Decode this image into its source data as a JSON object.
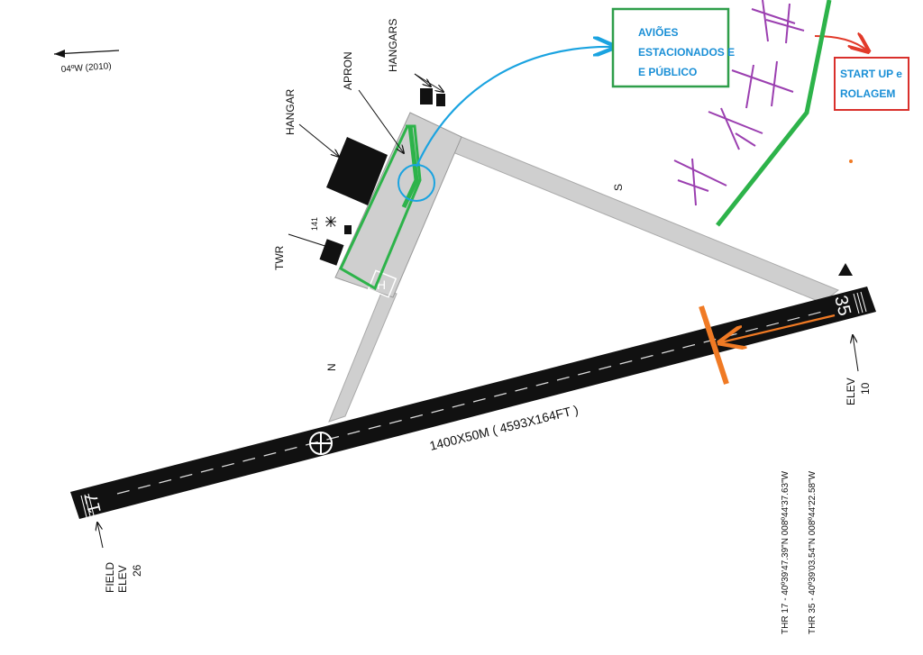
{
  "magnetic_variation": "04ºW (2010)",
  "labels": {
    "hangars": "HANGARS",
    "apron": "APRON",
    "hangar": "HANGAR",
    "twr": "TWR",
    "freq": "141",
    "taxiway_s": "S",
    "taxiway_n": "N",
    "runway_dims": "1400X50M ( 4593X164FT )",
    "rwy_17": "17",
    "rwy_35": "35",
    "field_elev_line1": "FIELD",
    "field_elev_line2": "ELEV",
    "field_elev_value": "26",
    "elev_label": "ELEV",
    "elev_value": "10"
  },
  "annotations": {
    "parked": {
      "line1": "AVIÕES",
      "line2": "ESTACIONADOS E",
      "line3": "E PÚBLICO",
      "color": "#2e9e4a"
    },
    "startup": {
      "line1": "START UP e",
      "line2": "ROLAGEM",
      "color": "#d9302c"
    },
    "text_color": "#1a8fd6",
    "taxi_route_color": "#2db34a",
    "parking_color": "#9b3fb0",
    "arrow_blue": "#1aa3e0",
    "arrow_red": "#e23a2a",
    "hold_orange": "#f07a24"
  },
  "thresholds": {
    "thr17": "THR 17 - 40º39'47.39\"N   008º44'37.63\"W",
    "thr35": "THR 35 - 40º39'03.54\"N   008º44'22.58\"W"
  }
}
